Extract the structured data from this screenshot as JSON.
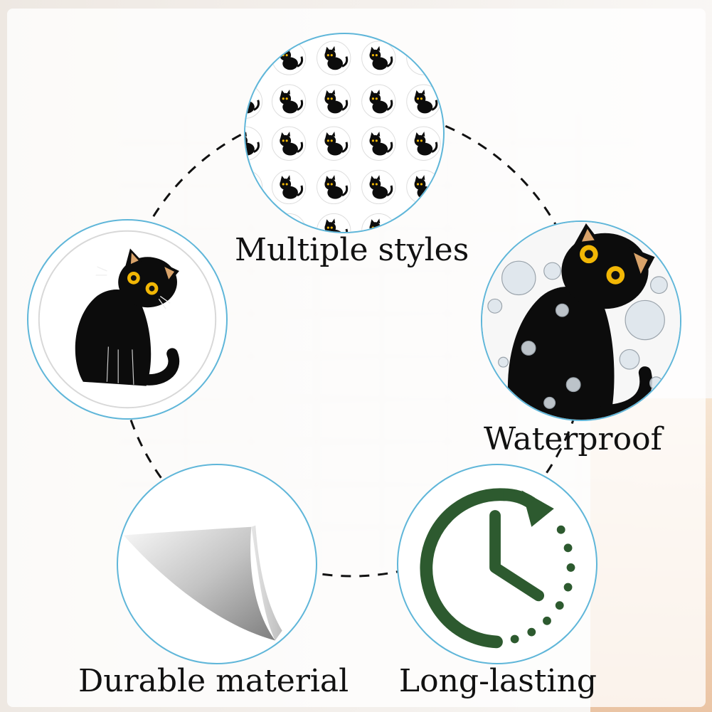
{
  "features": {
    "multiple_styles": "Multiple styles",
    "waterproof": "Waterproof",
    "durable_material": "Durable material",
    "long_lasting": "Long-lasting"
  },
  "colors": {
    "badge_border": "#5fb6d9",
    "clock_green": "#2d5a2f",
    "cat_black": "#0c0c0c",
    "cat_eye": "#f2b705",
    "cat_ear": "#d9a36a"
  },
  "icons": [
    "cat-sticker-icon",
    "clock-arrow-icon",
    "peel-sticker-icon",
    "water-drops-icon"
  ]
}
